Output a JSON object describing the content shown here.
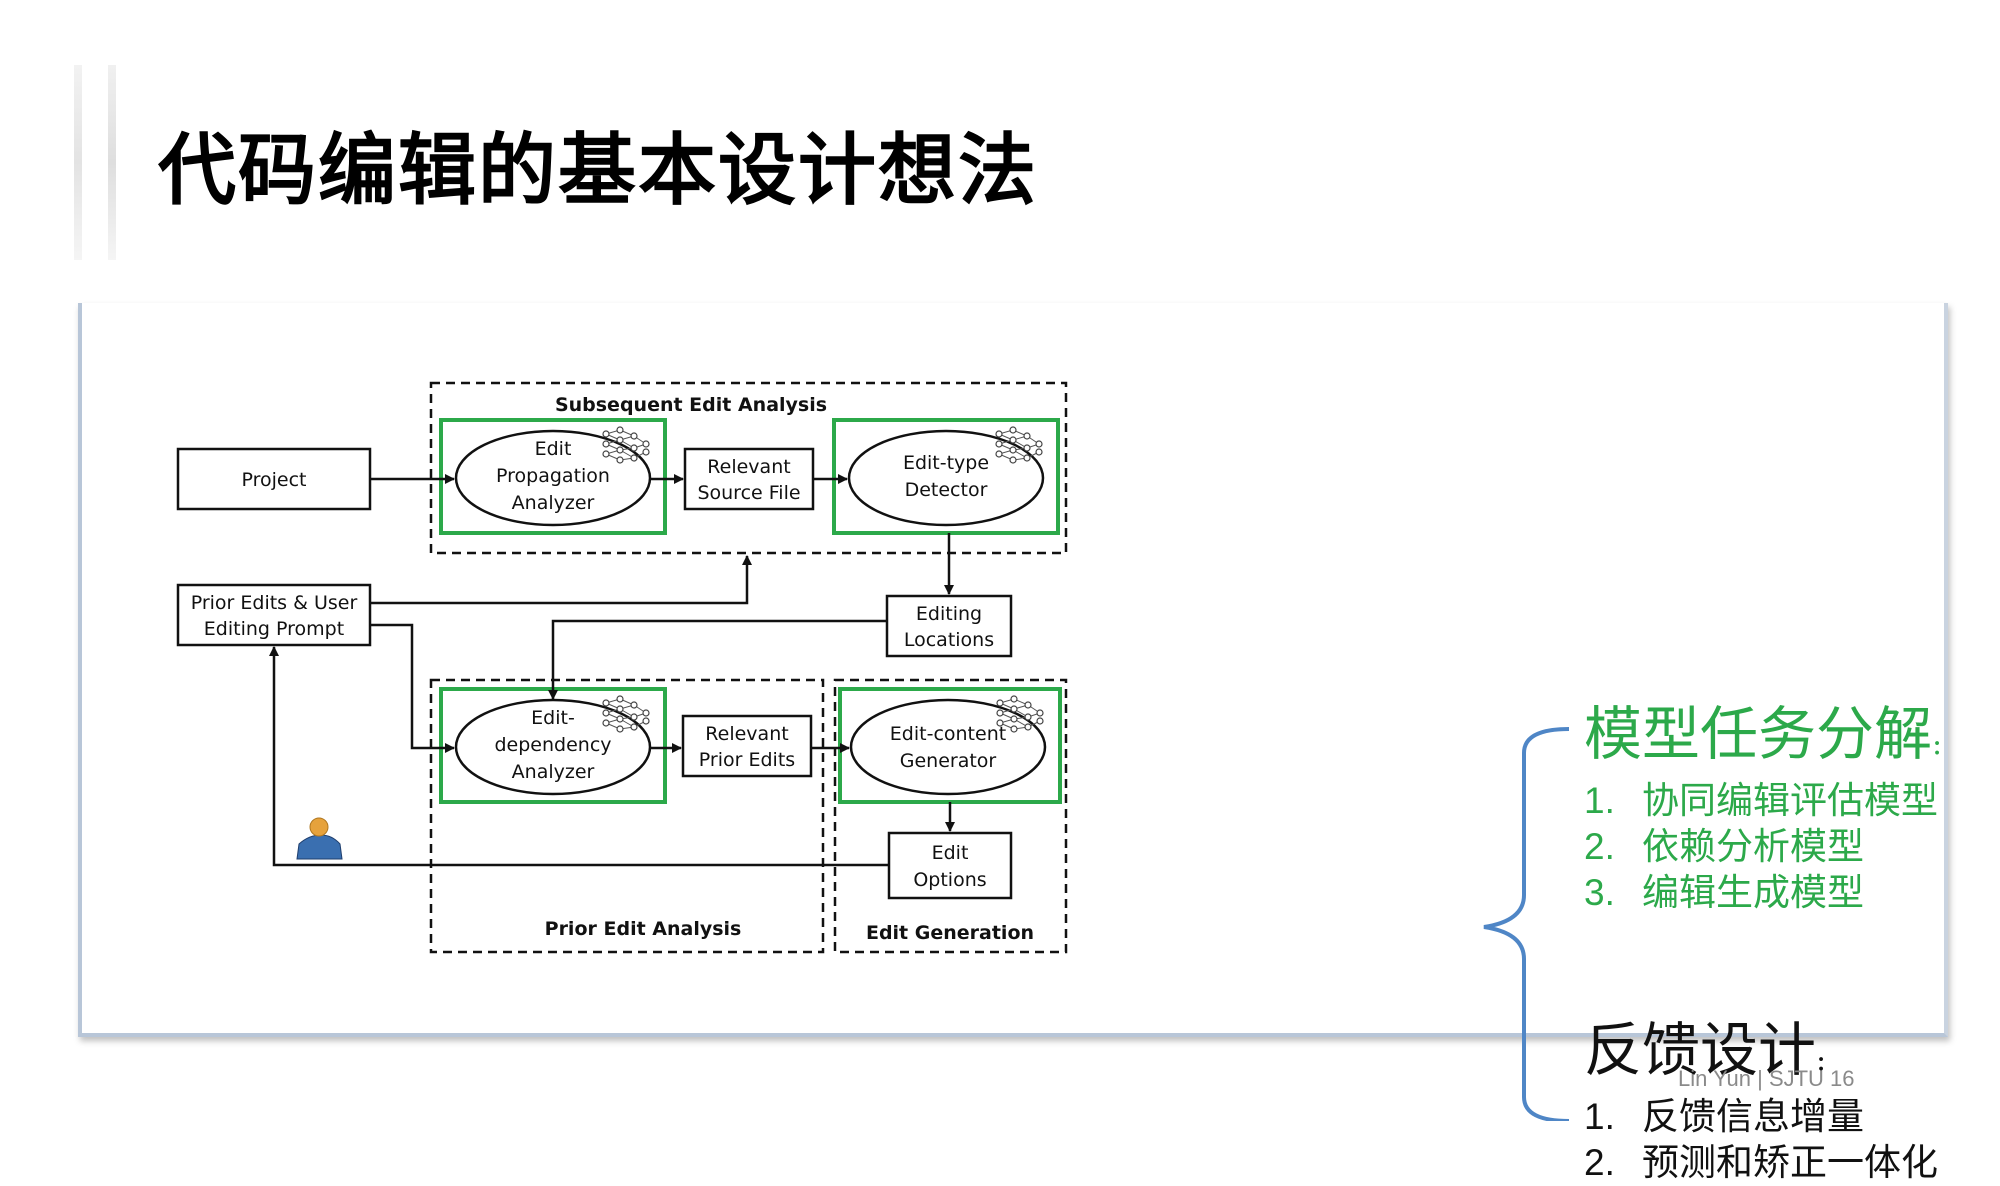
{
  "slide": {
    "title": "代码编辑的基本设计想法",
    "footer": "Lin Yun | SJTU 16"
  },
  "diagram": {
    "group_subsequent": "Subsequent Edit Analysis",
    "group_prior": "Prior Edit Analysis",
    "group_generation": "Edit Generation",
    "project": "Project",
    "prior_edits_prompt": [
      "Prior Edits & User",
      "Editing Prompt"
    ],
    "edit_propagation_analyzer": [
      "Edit",
      "Propagation",
      "Analyzer"
    ],
    "relevant_source_file": [
      "Relevant",
      "Source File"
    ],
    "edit_type_detector": [
      "Edit-type",
      "Detector"
    ],
    "editing_locations": [
      "Editing",
      "Locations"
    ],
    "edit_dependency_analyzer": [
      "Edit-",
      "dependency",
      "Analyzer"
    ],
    "relevant_prior_edits": [
      "Relevant",
      "Prior Edits"
    ],
    "edit_content_generator": [
      "Edit-content",
      "Generator"
    ],
    "edit_options": [
      "Edit",
      "Options"
    ],
    "colors": {
      "model_border": "#2ca94a",
      "line": "#111111",
      "user_icon": "#3a6fb0"
    }
  },
  "notes": {
    "section1": {
      "heading": "模型任务分解",
      "colon": ":",
      "color": "#2ca94a",
      "items": [
        {
          "num": "1.",
          "text": "协同编辑评估模型"
        },
        {
          "num": "2.",
          "text": "依赖分析模型"
        },
        {
          "num": "3.",
          "text": "编辑生成模型"
        }
      ]
    },
    "section2": {
      "heading": "反馈设计",
      "colon": ":",
      "color": "#111111",
      "items": [
        {
          "num": "1.",
          "text": "反馈信息增量"
        },
        {
          "num": "2.",
          "text": "预测和矫正一体化"
        }
      ]
    },
    "brace_color": "#4f86c6"
  }
}
